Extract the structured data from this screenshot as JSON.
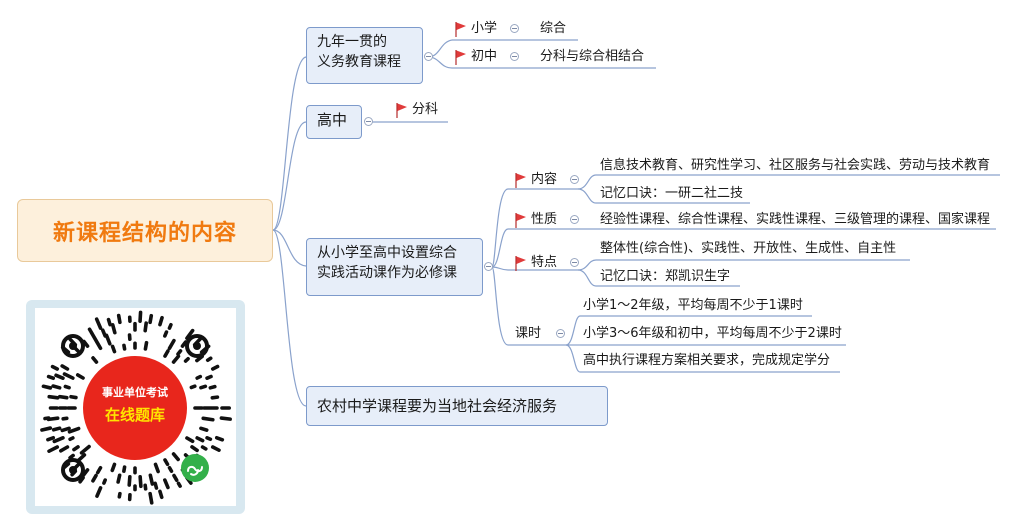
{
  "root": {
    "title": "新课程结构的内容"
  },
  "branches": {
    "compulsory": {
      "title_line1": "九年一贯的",
      "title_line2": "义务教育课程",
      "primary_label": "小学",
      "primary_value": "综合",
      "junior_label": "初中",
      "junior_value": "分科与综合相结合"
    },
    "high": {
      "title": "高中",
      "value": "分科"
    },
    "practice": {
      "title_line1": "从小学至高中设置综合",
      "title_line2": "实践活动课作为必修课",
      "content_label": "内容",
      "content_detail": "信息技术教育、研究性学习、社区服务与社会实践、劳动与技术教育",
      "content_memory": "记忆口诀：一研二社二技",
      "nature_label": "性质",
      "nature_detail": "经验性课程、综合性课程、实践性课程、三级管理的课程、国家课程",
      "feature_label": "特点",
      "feature_detail": "整体性(综合性)、实践性、开放性、生成性、自主性",
      "feature_memory": "记忆口诀：郑凯识生字",
      "hours_label": "课时",
      "hours_1": "小学1～2年级，平均每周不少于1课时",
      "hours_2": "小学3～6年级和初中，平均每周不少于2课时",
      "hours_3": "高中执行课程方案相关要求，完成规定学分"
    },
    "rural": {
      "title": "农村中学课程要为当地社会经济服务"
    }
  },
  "qr": {
    "line1": "事业单位考试",
    "line2": "在线题库"
  },
  "colors": {
    "root_fill": "#fdf0dc",
    "root_text": "#f07a10",
    "box_fill": "#e7eef9",
    "box_border": "#7d9acb",
    "flag": "#e03b3b",
    "qr_red": "#e8261c",
    "qr_yellow": "#ffe400",
    "mini_program_green": "#33b04a"
  },
  "icons": [
    "flag-icon",
    "collapse-toggle-icon",
    "mini-program-icon"
  ]
}
